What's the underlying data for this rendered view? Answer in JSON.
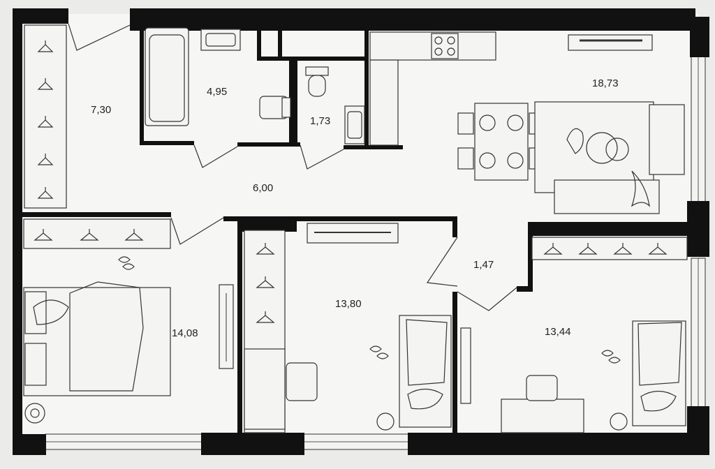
{
  "plan": {
    "rooms": [
      {
        "id": "hall-wardrobe",
        "area": "7,30"
      },
      {
        "id": "bathroom",
        "area": "4,95"
      },
      {
        "id": "wc",
        "area": "1,73"
      },
      {
        "id": "kitchen-living",
        "area": "18,73"
      },
      {
        "id": "corridor",
        "area": "6,00"
      },
      {
        "id": "bedroom-left",
        "area": "14,08"
      },
      {
        "id": "bedroom-middle",
        "area": "13,80"
      },
      {
        "id": "small-hall",
        "area": "1,47"
      },
      {
        "id": "bedroom-right",
        "area": "13,44"
      }
    ]
  }
}
